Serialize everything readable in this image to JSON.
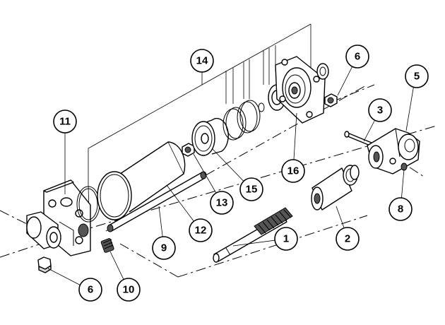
{
  "callouts": [
    {
      "id": "c1",
      "number": "1"
    },
    {
      "id": "c2",
      "number": "2"
    },
    {
      "id": "c3",
      "number": "3"
    },
    {
      "id": "c5",
      "number": "5"
    },
    {
      "id": "c6a",
      "number": "6"
    },
    {
      "id": "c6b",
      "number": "6"
    },
    {
      "id": "c8",
      "number": "8"
    },
    {
      "id": "c9",
      "number": "9"
    },
    {
      "id": "c10",
      "number": "10"
    },
    {
      "id": "c11",
      "number": "11"
    },
    {
      "id": "c12",
      "number": "12"
    },
    {
      "id": "c13",
      "number": "13"
    },
    {
      "id": "c14",
      "number": "14"
    },
    {
      "id": "c15",
      "number": "15"
    },
    {
      "id": "c16",
      "number": "16"
    }
  ]
}
